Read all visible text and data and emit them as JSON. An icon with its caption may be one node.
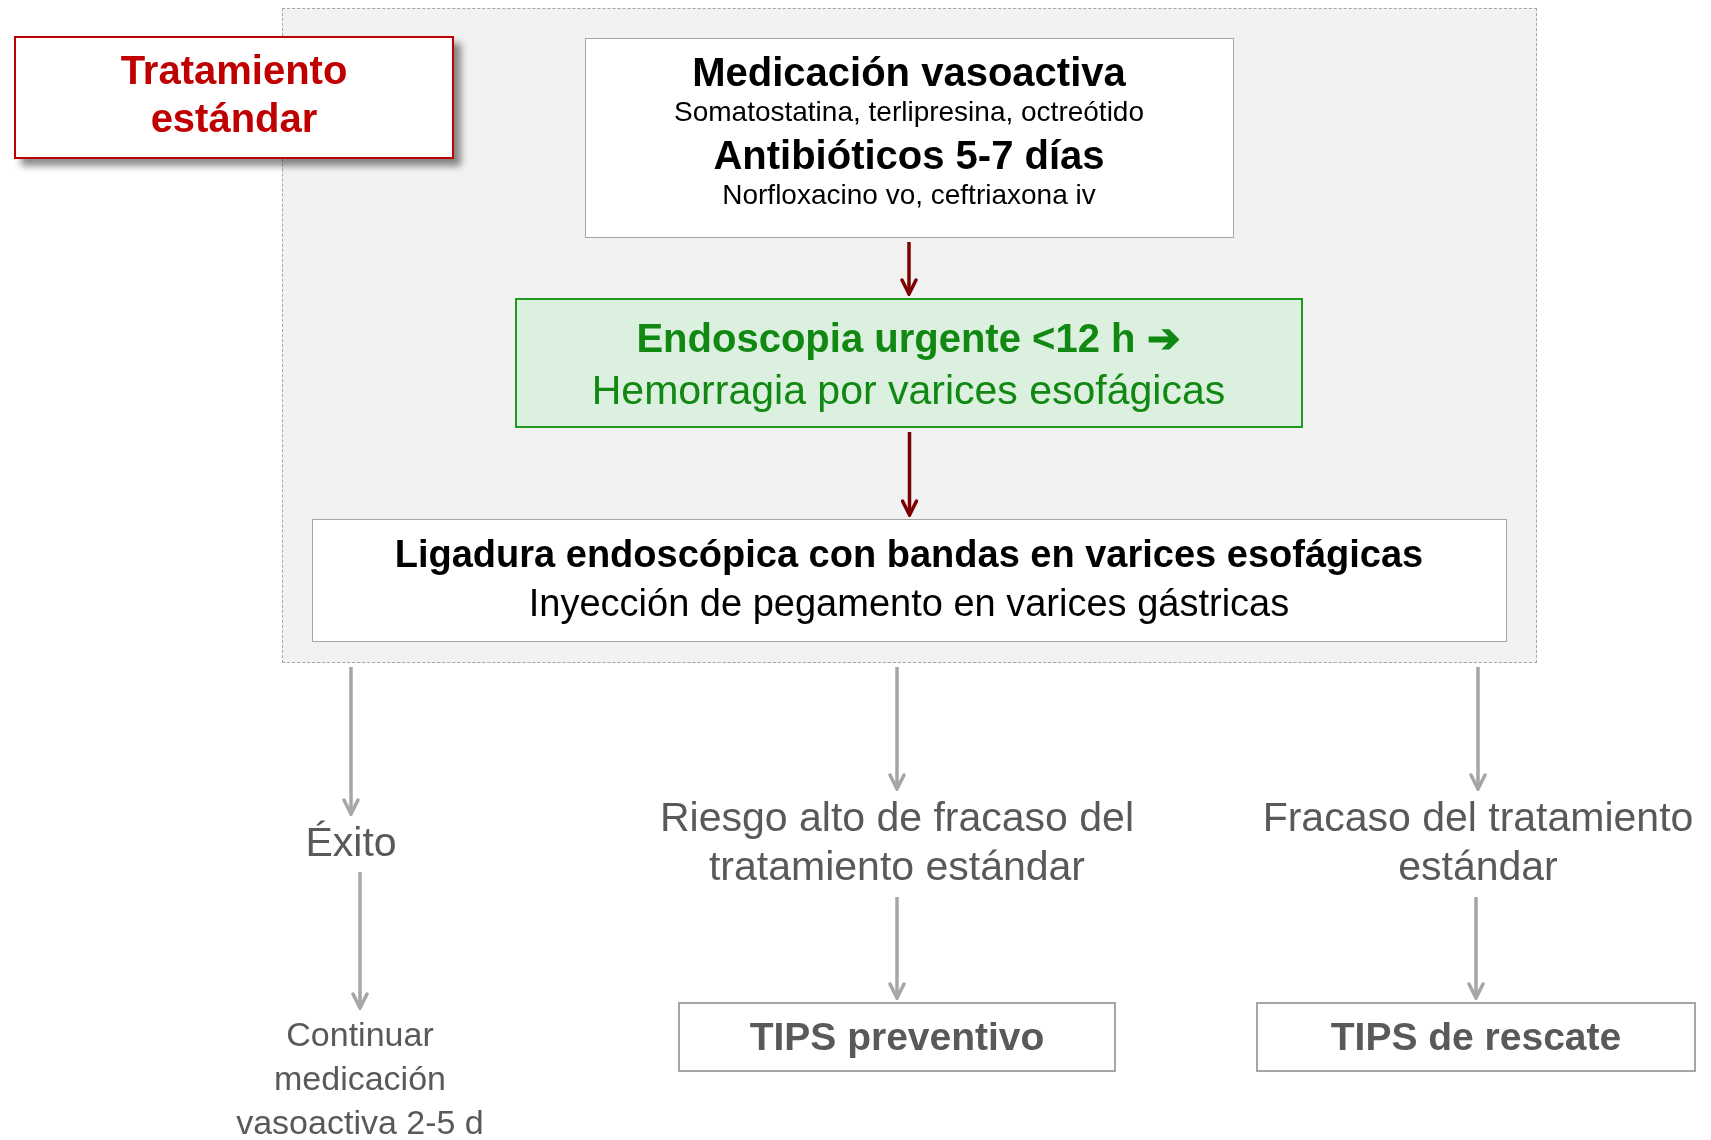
{
  "diagram": {
    "nodes": [
      {
        "text": [
          "Tratamiento estándar"
        ]
      },
      {
        "text": [],
        "shape": "box"
      },
      {
        "text": [
          "Medicación vasoactiva",
          "Somatostatina, terlipresina, octreótido",
          "Antibióticos 5-7 días",
          "Norfloxacino vo, ceftriaxona iv"
        ],
        "in": 1
      },
      {
        "text": [
          "Endoscopia urgente <12 h ➔",
          "Hemorragia por varices esofágicas"
        ],
        "in": 1
      },
      {
        "text": [
          "Ligadura endoscópica con bandas en varices esofágicas",
          "Inyección de pegamento en varices gástricas"
        ],
        "in": 1
      },
      {
        "text": [
          "Éxito"
        ]
      },
      {
        "text": [
          "Riesgo alto de fracaso del tratamiento estándar"
        ]
      },
      {
        "text": [
          "Fracaso del tratamiento estándar"
        ]
      },
      {
        "text": [
          "Continuar medicación vasoactiva 2-5 d"
        ]
      },
      {
        "text": [
          "TIPS preventivo"
        ]
      },
      {
        "text": [
          "TIPS de rescate"
        ]
      }
    ],
    "edges": [
      {
        "from": 2,
        "to": 3,
        "arrow": "to",
        "color": "#7f0000"
      },
      {
        "from": 3,
        "to": 4,
        "arrow": "to",
        "color": "#7f0000"
      },
      {
        "from": 1,
        "to": 5,
        "arrow": "to"
      },
      {
        "from": 1,
        "to": 6,
        "arrow": "to"
      },
      {
        "from": 1,
        "to": 7,
        "arrow": "to"
      },
      {
        "from": 5,
        "to": 8,
        "arrow": "to"
      },
      {
        "from": 6,
        "to": 9,
        "arrow": "to"
      },
      {
        "from": 7,
        "to": 10,
        "arrow": "to"
      }
    ]
  }
}
